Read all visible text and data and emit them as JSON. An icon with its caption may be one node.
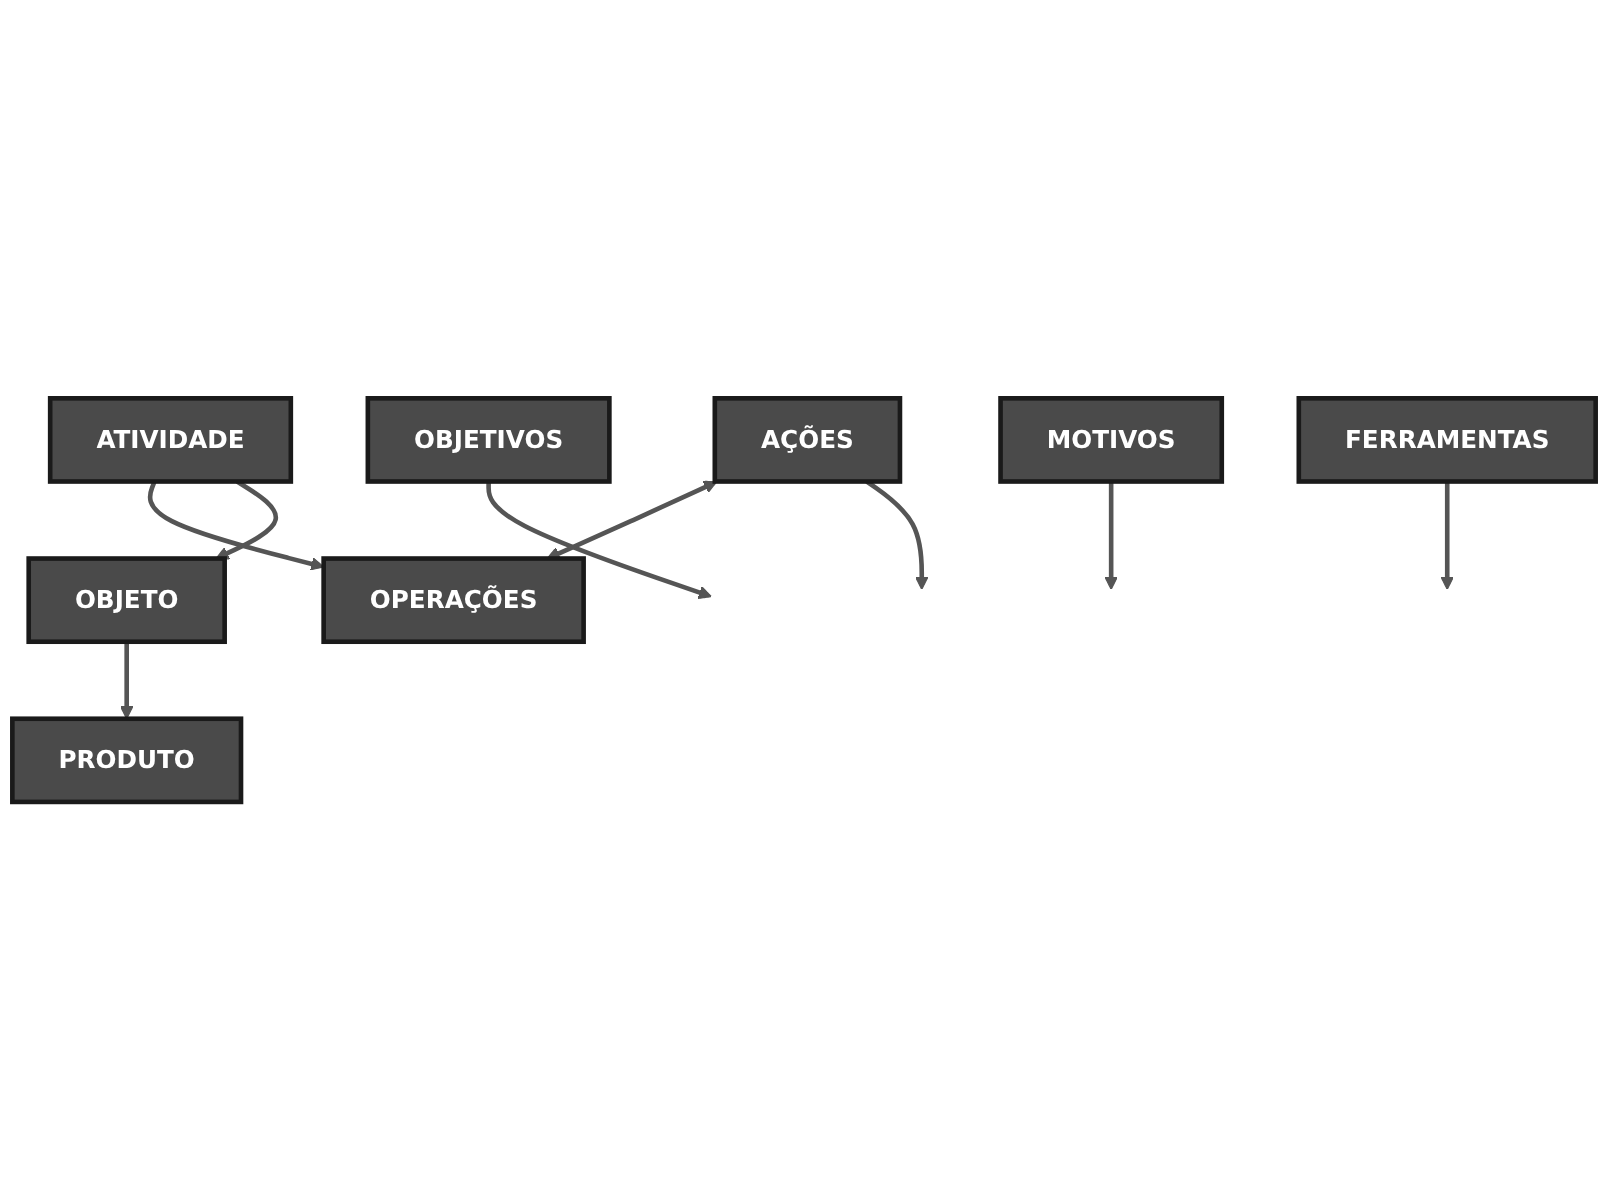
{
  "diagram": {
    "nodes": [
      {
        "text": [
          "ATIVIDADE"
        ]
      },
      {
        "text": [
          "OBJETO"
        ]
      },
      {
        "text": [
          "OBJETIVOS"
        ]
      },
      {
        "text": [
          "MOTIVOS"
        ]
      },
      {
        "text": [
          "FERRAMENTAS"
        ]
      },
      {
        "text": [
          "AÇÕES"
        ]
      },
      {
        "text": [
          "OPERAÇÕES"
        ]
      },
      {
        "text": [
          "PRODUTO"
        ]
      }
    ],
    "edges": [
      {
        "from": 0,
        "to": 1,
        "arrow": "to"
      },
      {
        "from": 0,
        "to": 6,
        "arrow": "to"
      },
      {
        "from": 1,
        "to": 7,
        "arrow": "to"
      },
      {
        "from": 2,
        "to": null,
        "arrow": "to"
      },
      {
        "from": 3,
        "to": null,
        "arrow": "to"
      },
      {
        "from": 4,
        "to": null,
        "arrow": "to"
      },
      {
        "from": 5,
        "to": null,
        "arrow": "to"
      },
      {
        "from": 5,
        "to": 6,
        "arrow": "both"
      }
    ]
  }
}
